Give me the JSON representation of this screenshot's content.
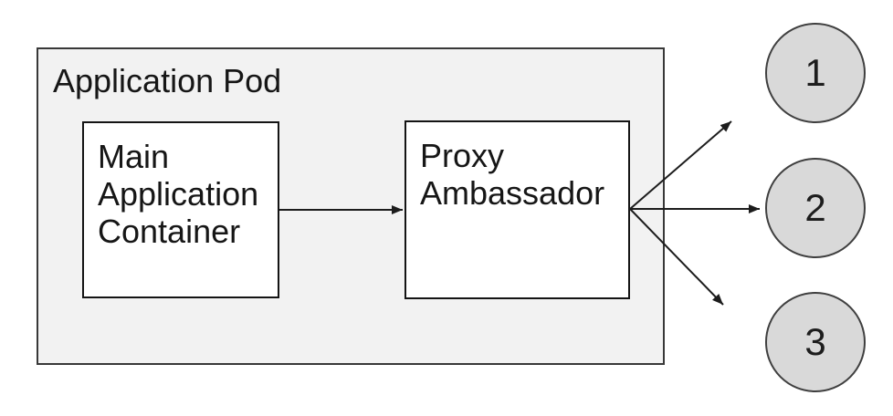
{
  "diagram": {
    "pod": {
      "label": "Application Pod"
    },
    "nodes": [
      {
        "id": "main-application-container",
        "label": "Main Application Container"
      },
      {
        "id": "proxy-ambassador",
        "label": "Proxy Ambassador"
      }
    ],
    "endpoints": [
      {
        "id": "endpoint-1",
        "label": "1"
      },
      {
        "id": "endpoint-2",
        "label": "2"
      },
      {
        "id": "endpoint-3",
        "label": "3"
      }
    ],
    "edges": [
      {
        "from": "main-application-container",
        "to": "proxy-ambassador"
      },
      {
        "from": "proxy-ambassador",
        "to": "endpoint-1"
      },
      {
        "from": "proxy-ambassador",
        "to": "endpoint-2"
      },
      {
        "from": "proxy-ambassador",
        "to": "endpoint-3"
      }
    ],
    "colors": {
      "pod_fill": "#f2f2f2",
      "pod_border": "#383838",
      "node_fill": "#ffffff",
      "node_border": "#141414",
      "endpoint_fill": "#d9d9d9",
      "endpoint_border": "#3f3f3f",
      "arrow": "#1c1c1c",
      "text": "#161616"
    }
  }
}
